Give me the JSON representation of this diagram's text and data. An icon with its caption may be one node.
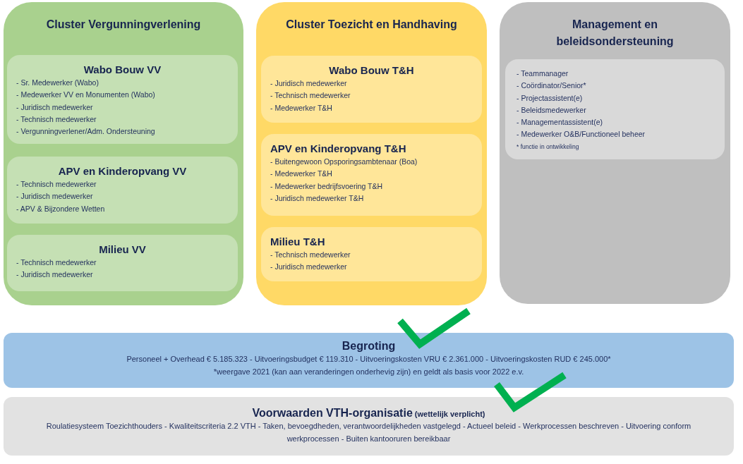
{
  "diagram": {
    "nodes": [
      {
        "text": [
          "Cluster Vergunningverlening"
        ]
      },
      {
        "text": [
          "Wabo Bouw VV",
          "- Sr. Medewerker (Wabo)",
          "- Medewerker VV en Monumenten (Wabo)",
          "- Juridisch medewerker",
          "- Technisch medewerker",
          "- Vergunningverlener/Adm. Ondersteuning"
        ],
        "in": 0
      },
      {
        "text": [
          "APV en Kinderopvang VV",
          "- Technisch medewerker",
          "- Juridisch medewerker",
          "- APV & Bijzondere Wetten"
        ],
        "in": 0
      },
      {
        "text": [
          "Milieu VV",
          "- Technisch medewerker",
          "- Juridisch medewerker"
        ],
        "in": 0
      },
      {
        "text": [
          "Cluster Toezicht en Handhaving"
        ]
      },
      {
        "text": [
          "Wabo Bouw T&H",
          "- Juridisch medewerker",
          "- Technisch medewerker",
          "- Medewerker T&H"
        ],
        "in": 4
      },
      {
        "text": [
          "APV en Kinderopvang T&H",
          "- Buitengewoon Opsporingsambtenaar (Boa)",
          "- Medewerker T&H",
          "- Medewerker bedrijfsvoering T&H",
          "- Juridisch medewerker T&H"
        ],
        "in": 4
      },
      {
        "text": [
          "Milieu T&H",
          "- Technisch medewerker",
          "- Juridisch medewerker"
        ],
        "in": 4
      },
      {
        "text": [
          "Management en beleidsondersteuning"
        ]
      },
      {
        "text": [
          "- Teammanager",
          "- Coördinator/Senior*",
          "- Projectassistent(e)",
          "- Beleidsmedewerker",
          "- Managementassistent(e)",
          "- Medewerker O&B/Functioneel beheer",
          "* functie in ontwikkeling"
        ],
        "in": 8
      },
      {
        "text": [
          "Begroting",
          "Personeel + Overhead € 5.185.323 - Uitvoeringsbudget € 119.310 - Uitvoeringskosten VRU € 2.361.000 - Uitvoeringskosten RUD € 245.000*",
          "*weergave 2021 (kan aan veranderingen onderhevig zijn) en geldt als basis voor 2022 e.v."
        ]
      },
      {
        "text": [
          "Voorwaarden VTH-organisatie",
          "(wettelijk verplicht)",
          "Roulatiesysteem Toezichthouders - Kwaliteitscriteria 2.2 VTH - Taken, bevoegdheden, verantwoordelijkheden vastgelegd - Actueel beleid - Werkprocessen beschreven - Uitvoering conform werkprocessen - Buiten kantooruren bereikbaar"
        ]
      }
    ]
  }
}
